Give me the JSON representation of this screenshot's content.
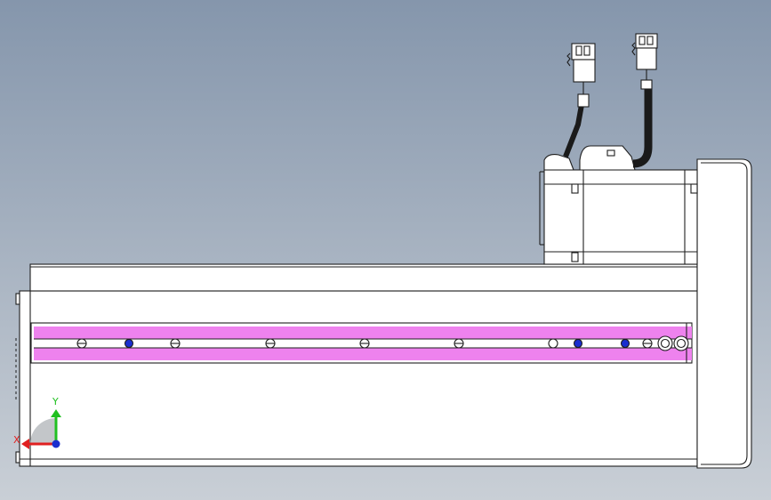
{
  "viewport": {
    "background_top": "#8596ac",
    "background_bottom": "#c9cfd6"
  },
  "model": {
    "part_fill": "#ffffff",
    "slot_fill": "#ee82ee",
    "blue_hole_fill": "#1a2ecf",
    "cable_color": "#1a1a1a",
    "parts": [
      "linear-module-body",
      "top-cover",
      "guide-slot",
      "servo-motor",
      "motor-end-cap",
      "cable-left",
      "cable-right",
      "connector-left",
      "connector-right"
    ]
  },
  "triad": {
    "x_label": "X",
    "y_label": "Y",
    "x_color": "#e02020",
    "y_color": "#20c020",
    "z_color": "#1a2ecf"
  }
}
